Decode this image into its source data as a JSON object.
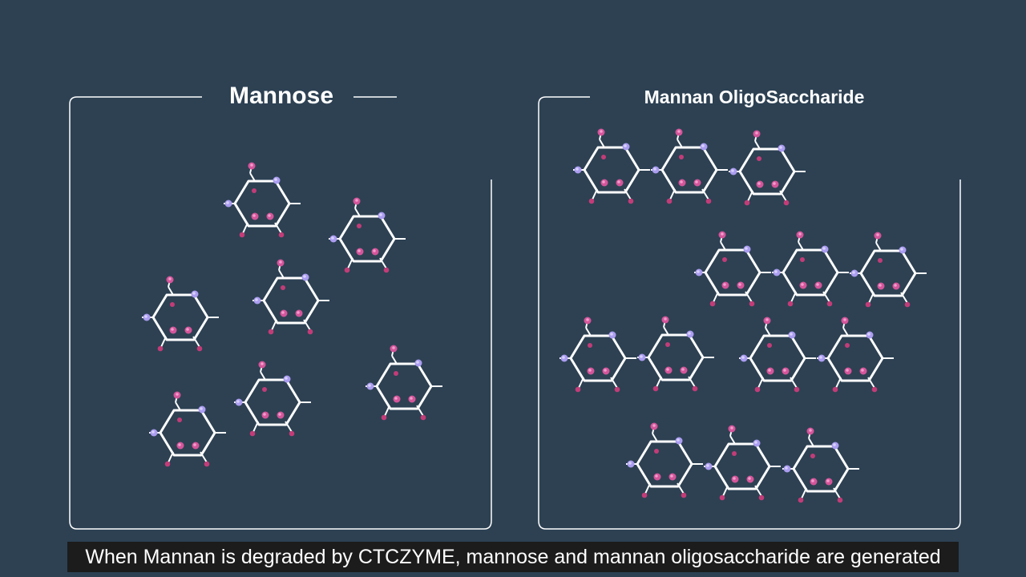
{
  "panels": {
    "left": {
      "title": "Mannose"
    },
    "right": {
      "title": "Mannan OligoSaccharide"
    }
  },
  "caption": "When Mannan is degraded by CTCZYME, mannose and mannan oligosaccharide are generated",
  "colors": {
    "background": "#2d4153",
    "bond": "#ffffff",
    "hydroxyl_atom": "#c23c78",
    "oxygen_atom": "#ab9df0",
    "caption_background": "#1c1c1c"
  },
  "icons": {
    "molecule": "hexose-ring-icon"
  }
}
